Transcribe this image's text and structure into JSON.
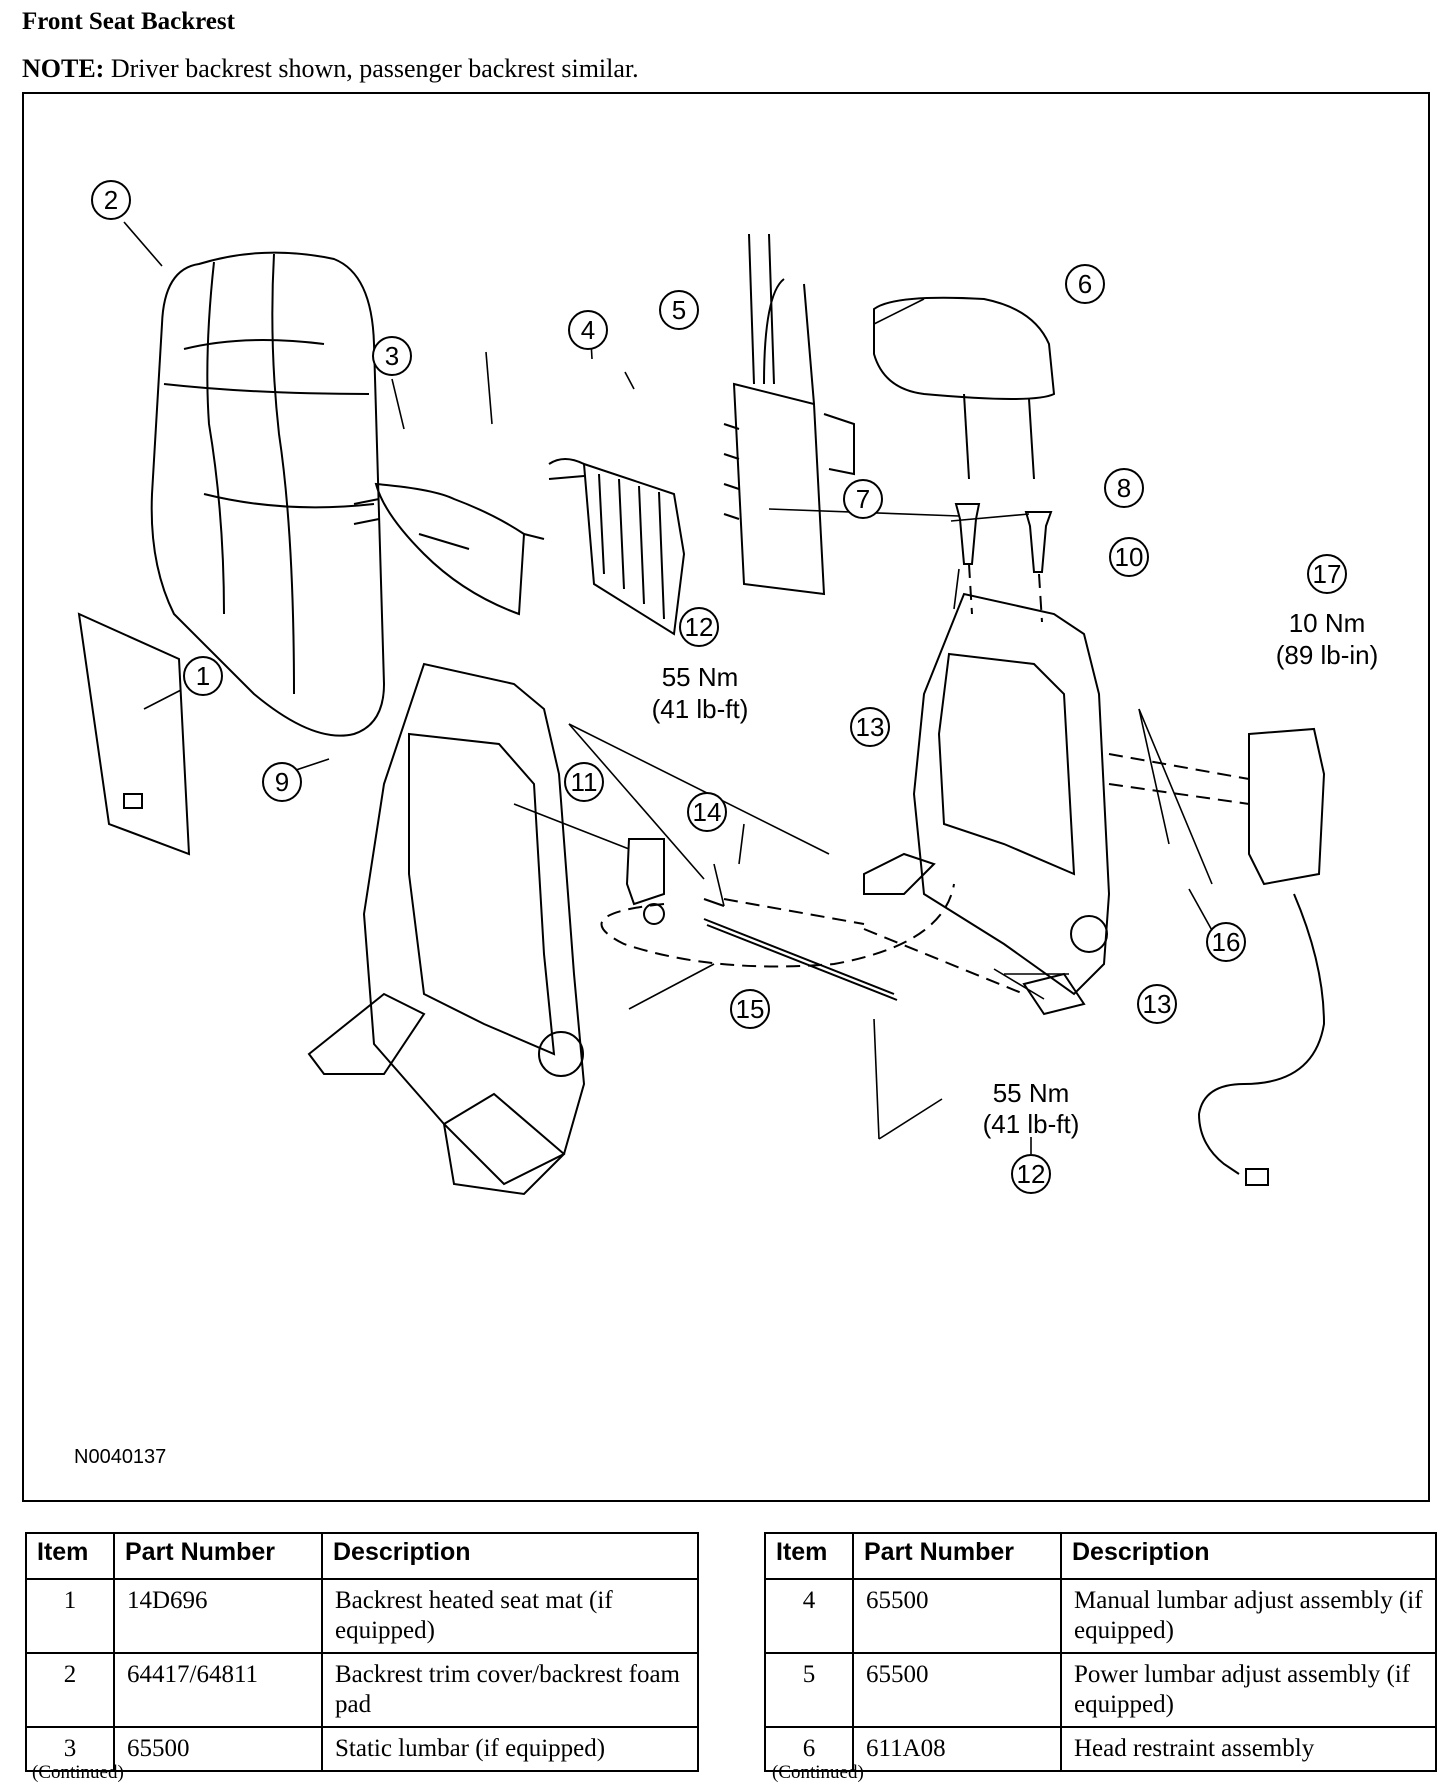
{
  "heading": "Front Seat Backrest",
  "note": {
    "label": "NOTE:",
    "text": "Driver backrest shown, passenger backrest similar."
  },
  "figure": {
    "id": "N0040137",
    "callouts": [
      "1",
      "2",
      "3",
      "4",
      "5",
      "6",
      "7",
      "8",
      "9",
      "10",
      "11",
      "12",
      "13",
      "14",
      "15",
      "16",
      "17"
    ],
    "torque_a": {
      "nm": "55 Nm",
      "imperial": "(41 lb-ft)"
    },
    "torque_b": {
      "nm": "55 Nm",
      "imperial": "(41 lb-ft)"
    },
    "torque_c": {
      "nm": "10 Nm",
      "imperial": "(89 lb-in)"
    }
  },
  "tables": {
    "left": {
      "headers": [
        "Item",
        "Part Number",
        "Description"
      ],
      "rows": [
        {
          "item": "1",
          "part": "14D696",
          "desc": "Backrest heated seat mat (if equipped)"
        },
        {
          "item": "2",
          "part": "64417/64811",
          "desc": "Backrest trim cover/backrest foam pad"
        },
        {
          "item": "3",
          "part": "65500",
          "desc": "Static lumbar (if equipped)"
        }
      ],
      "continued": "(Continued)"
    },
    "right": {
      "headers": [
        "Item",
        "Part Number",
        "Description"
      ],
      "rows": [
        {
          "item": "4",
          "part": "65500",
          "desc": "Manual lumbar adjust assembly (if equipped)"
        },
        {
          "item": "5",
          "part": "65500",
          "desc": "Power lumbar adjust assembly (if equipped)"
        },
        {
          "item": "6",
          "part": "611A08",
          "desc": "Head restraint assembly"
        }
      ],
      "continued": "(Continued)"
    }
  }
}
